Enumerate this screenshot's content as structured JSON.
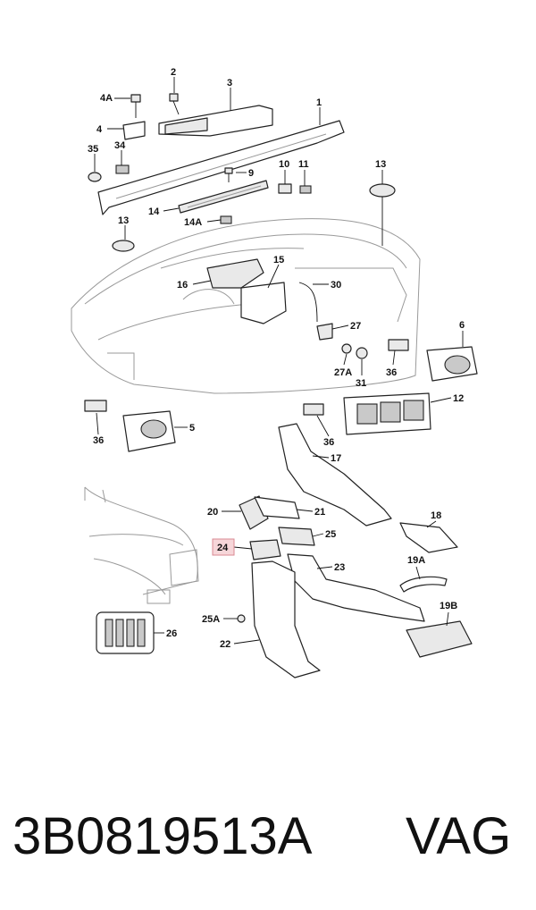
{
  "callouts": {
    "c1": "1",
    "c2": "2",
    "c3": "3",
    "c4": "4",
    "c4A": "4A",
    "c5": "5",
    "c6": "6",
    "c9": "9",
    "c10": "10",
    "c11": "11",
    "c12": "12",
    "c13a": "13",
    "c13b": "13",
    "c14": "14",
    "c14A": "14A",
    "c15": "15",
    "c16": "16",
    "c17": "17",
    "c18": "18",
    "c19A": "19A",
    "c19B": "19B",
    "c20": "20",
    "c21": "21",
    "c22": "22",
    "c23": "23",
    "c24": "24",
    "c25": "25",
    "c25A": "25A",
    "c26": "26",
    "c27": "27",
    "c27A": "27A",
    "c30": "30",
    "c31": "31",
    "c34": "34",
    "c35": "35",
    "c36a": "36",
    "c36b": "36",
    "c36c": "36"
  },
  "highlighted_callout": "24",
  "highlight_color": "#f6d6d9",
  "footer": {
    "part_number": "3B0819513A",
    "brand": "VAG"
  }
}
